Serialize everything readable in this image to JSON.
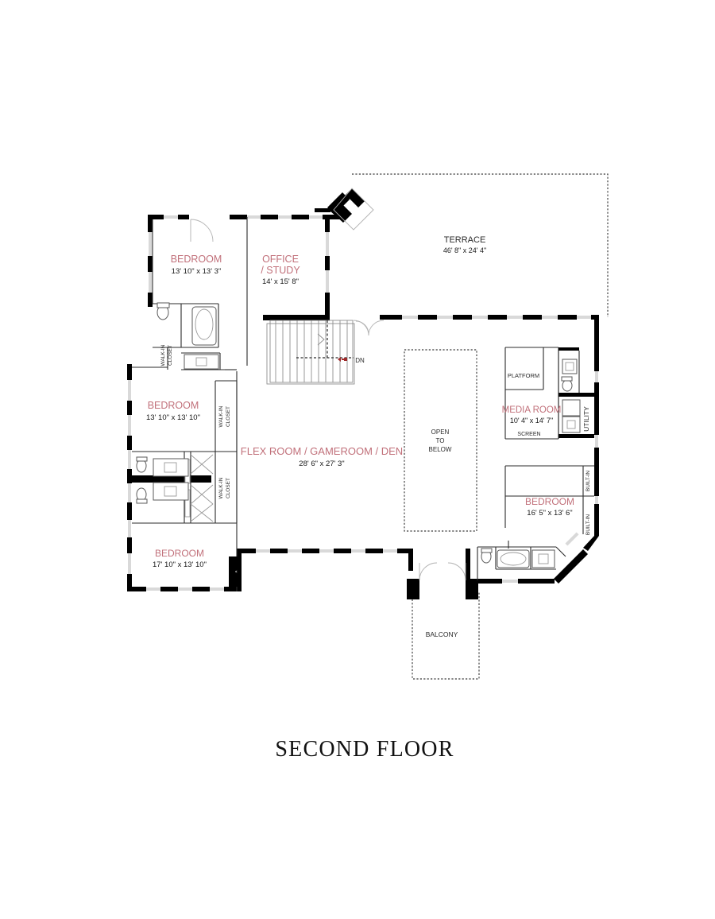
{
  "document": {
    "title": "SECOND FLOOR",
    "type": "architectural-floor-plan",
    "background": "#ffffff"
  },
  "colors": {
    "room_name": "#c1707a",
    "dimension_text": "#1a1a1a",
    "wall": "#000000",
    "window": "#d9d9d9",
    "dashed_outline": "#3a3a3a",
    "secondary_label": "#2b2b2b",
    "title": "#111111"
  },
  "rooms": [
    {
      "id": "bedroom-top-left",
      "name": "BEDROOM",
      "dimensions": "13' 10\" x 13' 3\"",
      "label_color": "#c1707a"
    },
    {
      "id": "office-study",
      "name": "OFFICE\n/ STUDY",
      "name_line1": "OFFICE",
      "name_line2": "/ STUDY",
      "dimensions": "14' x 15' 8\"",
      "label_color": "#c1707a"
    },
    {
      "id": "terrace",
      "name": "TERRACE",
      "dimensions": "46' 8\" x 24' 4\"",
      "label_color": "#2b2b2b"
    },
    {
      "id": "bedroom-mid-left",
      "name": "BEDROOM",
      "dimensions": "13' 10\" x 13' 10\"",
      "label_color": "#c1707a"
    },
    {
      "id": "flex-room",
      "name": "FLEX ROOM / GAMEROOM / DEN",
      "dimensions": "28' 6\" x 27' 3\"",
      "label_color": "#c1707a"
    },
    {
      "id": "media-room",
      "name": "MEDIA ROOM",
      "dimensions": "10' 4\" x 14' 7\"",
      "label_color": "#c1707a"
    },
    {
      "id": "bedroom-right",
      "name": "BEDROOM",
      "dimensions": "16' 5\" x 13' 6\"",
      "label_color": "#c1707a"
    },
    {
      "id": "bedroom-bottom-left",
      "name": "BEDROOM",
      "dimensions": "17' 10\" x 13' 10\"",
      "label_color": "#c1707a"
    }
  ],
  "annotations": {
    "open_to_below_line1": "OPEN",
    "open_to_below_line2": "TO",
    "open_to_below_line3": "BELOW",
    "balcony": "BALCONY",
    "platform": "PLATFORM",
    "screen": "SCREEN",
    "utility": "UTILITY",
    "stairs_direction": "DN",
    "walk_in_closet_line1": "WALK-IN",
    "walk_in_closet_line2": "CLOSET",
    "built_in": "BUILT-IN"
  },
  "closets": [
    {
      "id": "walk-in-closet-1",
      "line1": "WALK-IN",
      "line2": "CLOSET"
    },
    {
      "id": "walk-in-closet-2",
      "line1": "WALK-IN",
      "line2": "CLOSET"
    },
    {
      "id": "walk-in-closet-3",
      "line1": "WALK-IN",
      "line2": "CLOSET"
    }
  ],
  "built_ins": [
    {
      "id": "built-in-upper",
      "label": "BUILT-IN"
    },
    {
      "id": "built-in-lower",
      "label": "BUILT-IN"
    }
  ]
}
